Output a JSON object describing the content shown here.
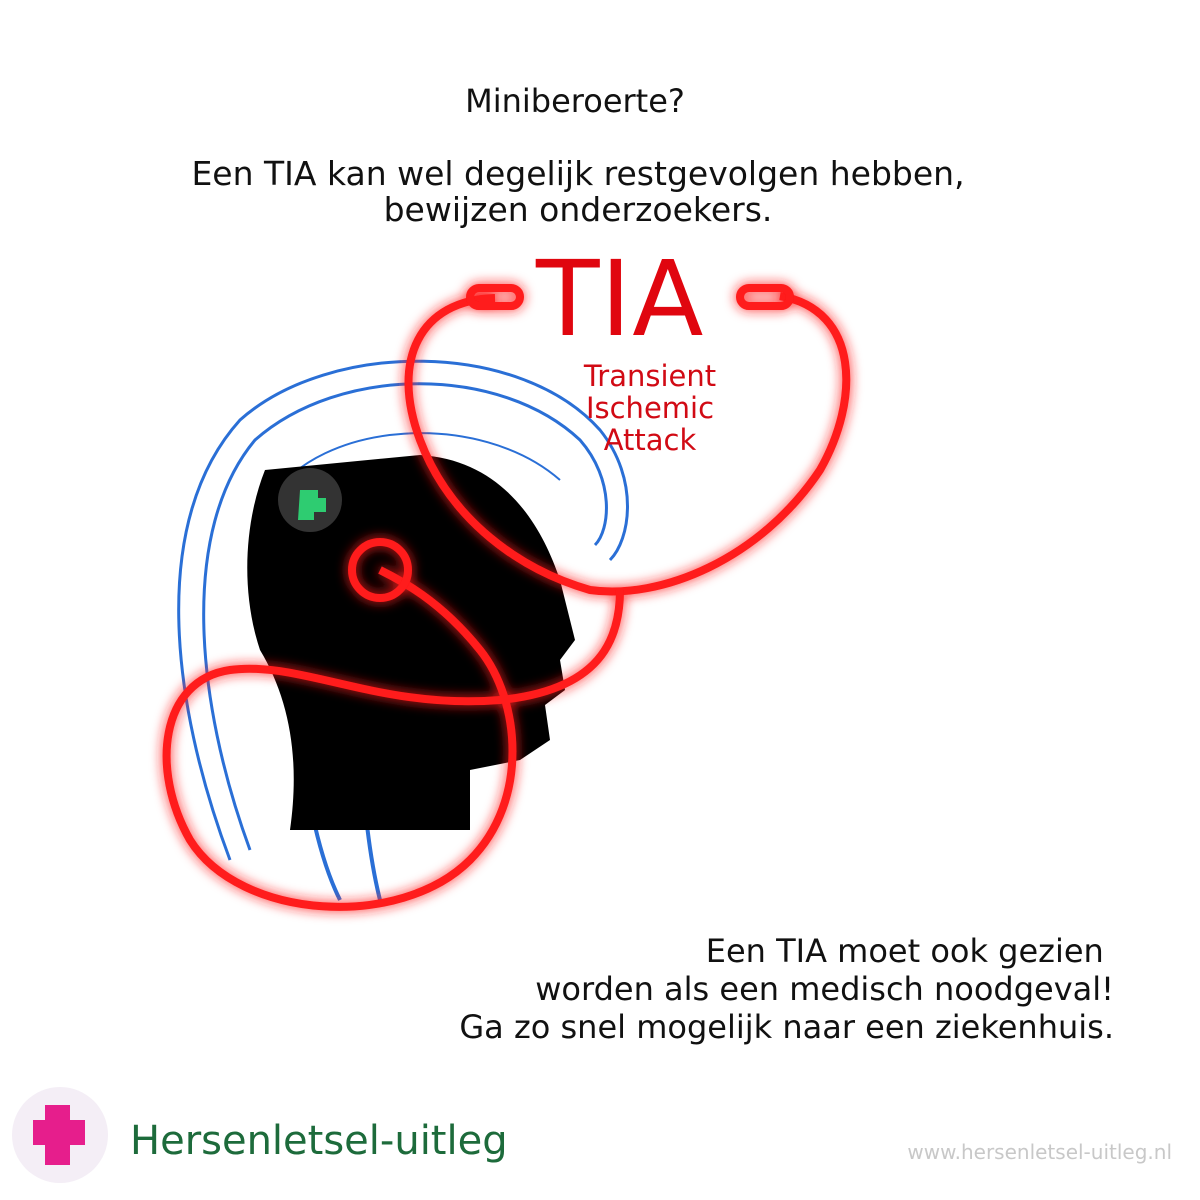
{
  "question": "Miniberoerte?",
  "lead": [
    "Een TIA kan wel degelijk restgevolgen hebben,",
    "bewijzen onderzoekers."
  ],
  "abbr": "TIA",
  "full_form": [
    "Transient",
    "Ischemic",
    "Attack"
  ],
  "warning": [
    "Een TIA moet ook gezien ",
    "worden als een medisch noodgeval!",
    "Ga zo snel mogelijk naar een ziekenhuis."
  ],
  "brand": "Hersenletsel-uitleg",
  "url": "www.hersenletsel-uitleg.nl",
  "colors": {
    "accent_red": "#e0060f",
    "brand_green": "#1d6b3b",
    "vessel_blue": "#2a6fd6"
  }
}
